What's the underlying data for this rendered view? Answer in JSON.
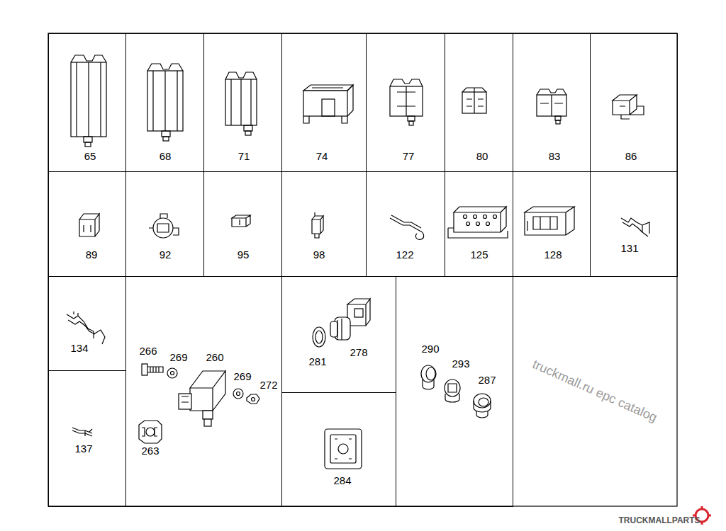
{
  "diagram": {
    "nodes": [
      {
        "text": [
          "65"
        ]
      },
      {
        "text": [
          "68"
        ]
      },
      {
        "text": [
          "71"
        ]
      },
      {
        "text": [
          "74"
        ]
      },
      {
        "text": [
          "77"
        ]
      },
      {
        "text": [
          "80"
        ]
      },
      {
        "text": [
          "83"
        ]
      },
      {
        "text": [
          "86"
        ]
      },
      {
        "text": [
          "89"
        ]
      },
      {
        "text": [
          "92"
        ]
      },
      {
        "text": [
          "95"
        ]
      },
      {
        "text": [
          "98"
        ]
      },
      {
        "text": [
          "122"
        ]
      },
      {
        "text": [
          "125"
        ]
      },
      {
        "text": [
          "128"
        ]
      },
      {
        "text": [
          "131"
        ]
      },
      {
        "text": [
          "134"
        ]
      },
      {
        "text": [
          "266",
          "269",
          "260",
          "269",
          "272",
          "263"
        ]
      },
      {
        "text": [
          "281",
          "278"
        ]
      },
      {
        "text": [
          "290",
          "293",
          "287"
        ]
      },
      {
        "text": [
          "137"
        ]
      },
      {
        "text": [
          "284"
        ]
      }
    ],
    "labels": [
      "truckmall.ru epc catalog",
      "TRUCKMALLPARTS"
    ]
  }
}
